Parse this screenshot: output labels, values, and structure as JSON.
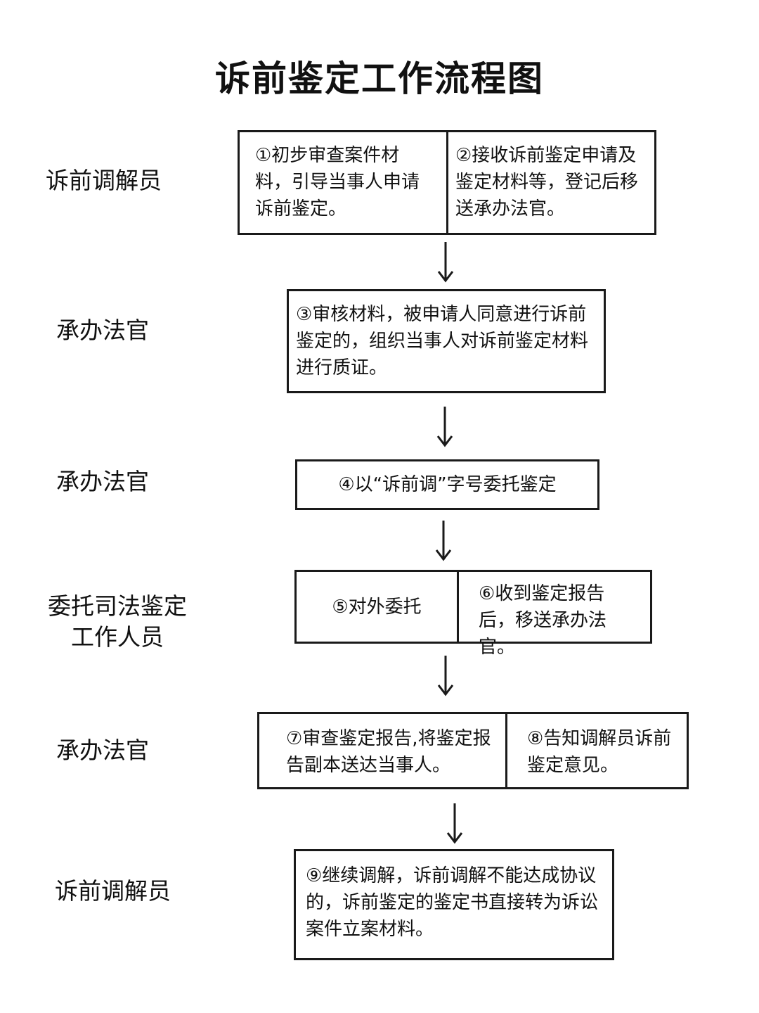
{
  "title": "诉前鉴定工作流程图",
  "roles": {
    "r1": "诉前调解员",
    "r2": "承办法官",
    "r3": "承办法官",
    "r4_line1": "委托司法鉴定",
    "r4_line2": "工作人员",
    "r5": "承办法官",
    "r6": "诉前调解员"
  },
  "steps": {
    "s1": "①初步审查案件材料，引导当事人申请诉前鉴定。",
    "s2": "②接收诉前鉴定申请及鉴定材料等，登记后移送承办法官。",
    "s3": "③审核材料，被申请人同意进行诉前鉴定的，组织当事人对诉前鉴定材料进行质证。",
    "s4": "④以“诉前调”字号委托鉴定",
    "s5": "⑤对外委托",
    "s6": "⑥收到鉴定报告后，移送承办法官。",
    "s7": "⑦审查鉴定报告,将鉴定报告副本送达当事人。",
    "s8": "⑧告知调解员诉前鉴定意见。",
    "s9": "⑨继续调解，诉前调解不能达成协议的，诉前鉴定的鉴定书直接转为诉讼案件立案材料。"
  },
  "icons": {
    "flow_arrow": "arrow-down-icon"
  },
  "colors": {
    "line": "#1a1a1a",
    "text": "#111111",
    "background": "#ffffff"
  }
}
